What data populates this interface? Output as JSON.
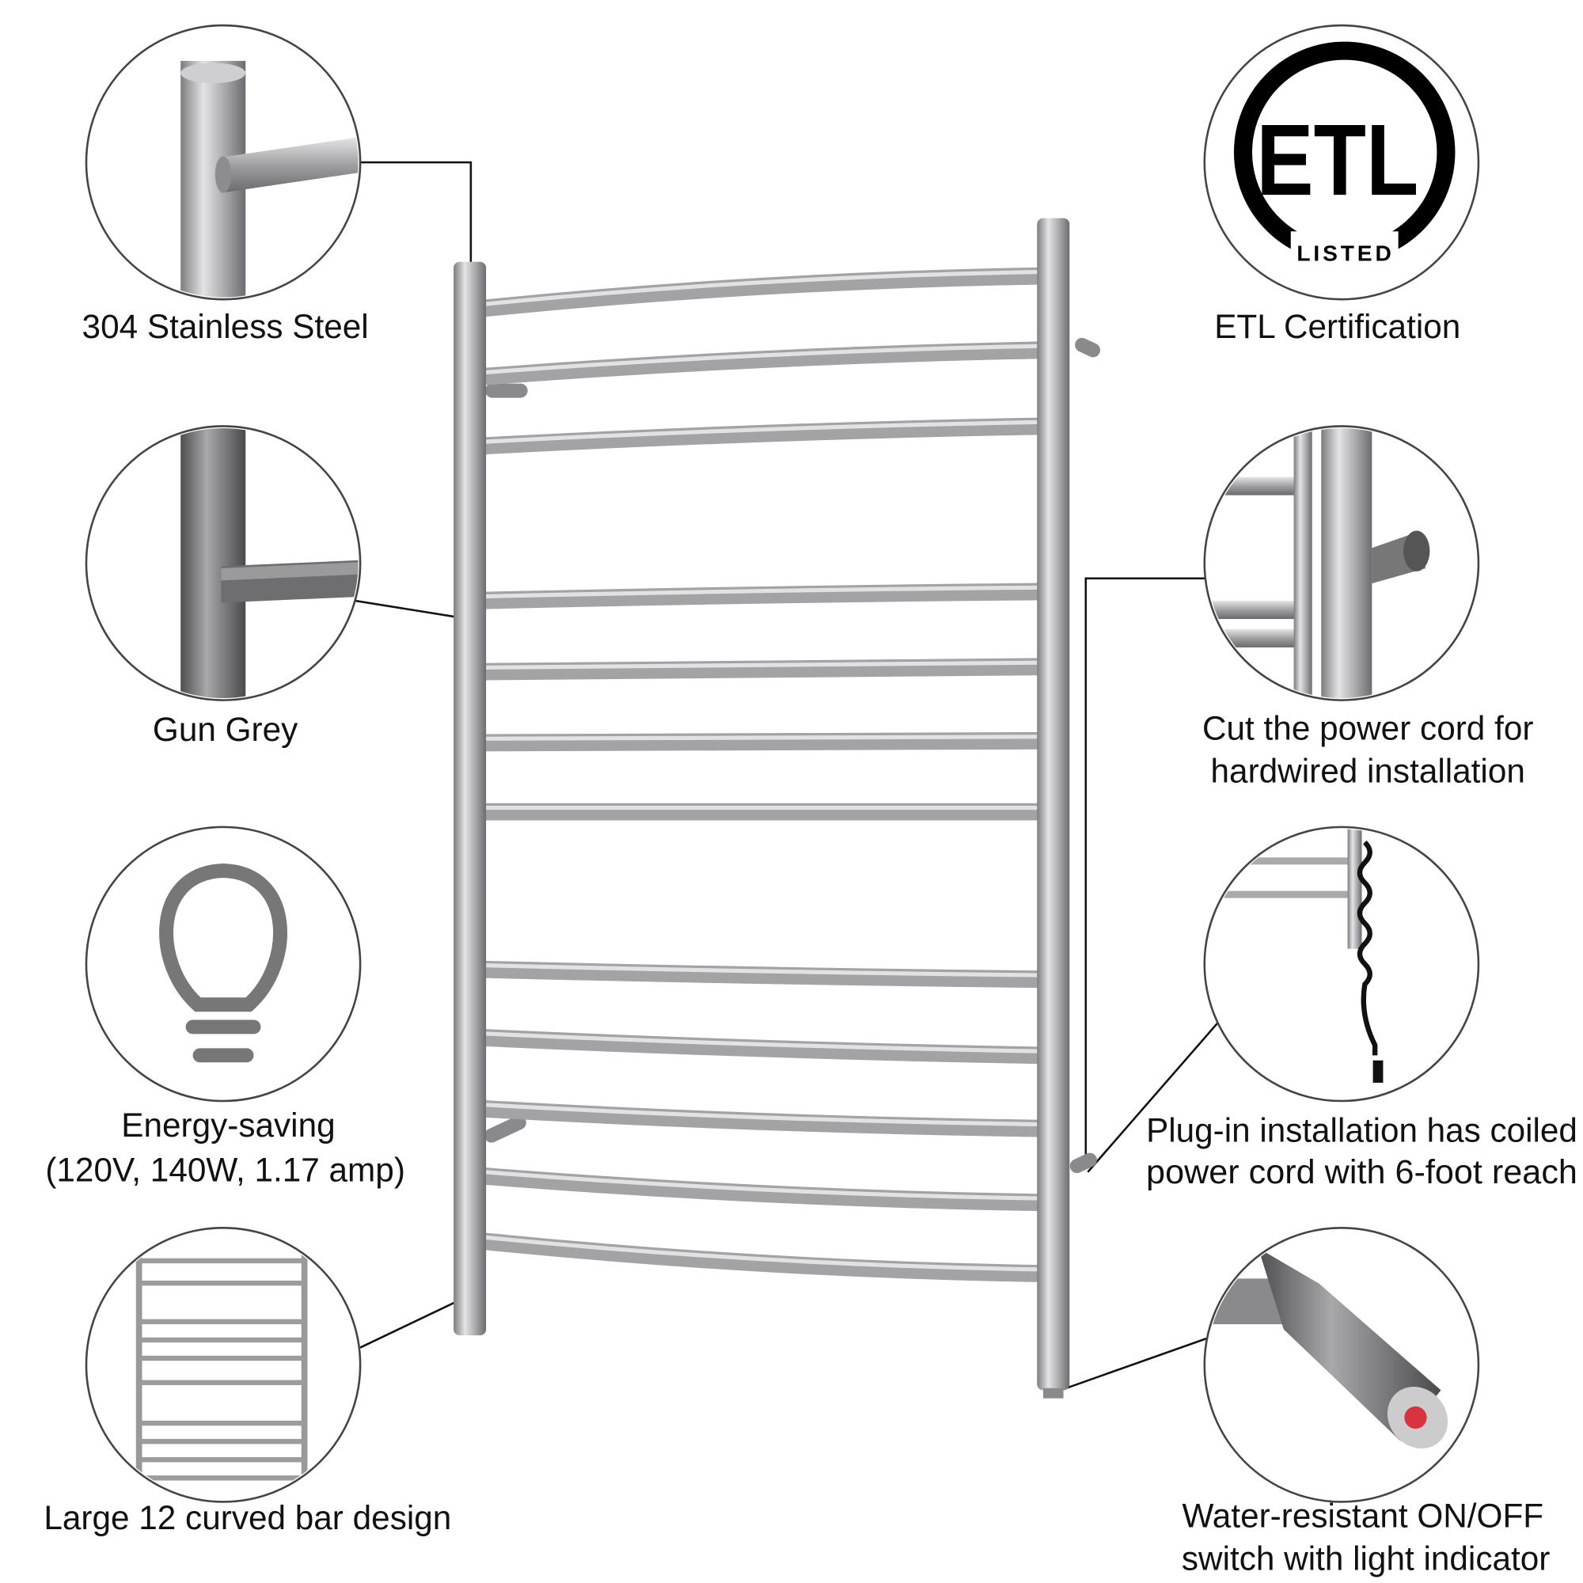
{
  "features": {
    "stainless": "304 Stainless Steel",
    "gun_grey": "Gun Grey",
    "energy_1": "Energy-saving",
    "energy_2": "(120V, 140W, 1.17 amp)",
    "bars": "Large 12 curved bar design",
    "etl": "ETL Certification",
    "hardwire_1": "Cut the power cord for",
    "hardwire_2": "hardwired installation",
    "plugin_1": "Plug-in installation has coiled",
    "plugin_2": "power cord with 6-foot reach",
    "switch_1": "Water-resistant ON/OFF",
    "switch_2": "switch with light indicator"
  },
  "logo": {
    "text": "ETL",
    "sub": "LISTED",
    "reg": "®"
  },
  "colors": {
    "steel": "#a9a9ab",
    "gun_grey": "#6e6e70",
    "ring": "#444444",
    "indicator": "#d9333f"
  }
}
